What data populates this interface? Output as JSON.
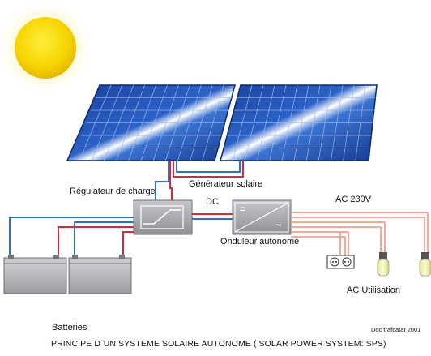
{
  "labels": {
    "solar_generator": "Générateur solaire",
    "charge_regulator": "Régulateur de charge",
    "dc": "DC",
    "inverter": "Onduleur autonome",
    "ac_voltage": "AC 230V",
    "ac_use": "AC Utilisation",
    "batteries": "Batteries",
    "credit": "Doc trafcatat 2001",
    "title": "PRINCIPE D´UN SYSTEME SOLAIRE AUTONOME ( SOLAR POWER SYSTEM: SPS)"
  },
  "inverter_symbols": {
    "dc": "=",
    "ac": "~"
  },
  "colors": {
    "sun": "#f5d400",
    "panel_blue": "#1f4fb0",
    "wire_blue": "#2f6fc8",
    "wire_red": "#d8283a",
    "ac_wire": "#f5a898",
    "device_gray": "#a7a9ad",
    "battery_gray": "#b8babd"
  }
}
